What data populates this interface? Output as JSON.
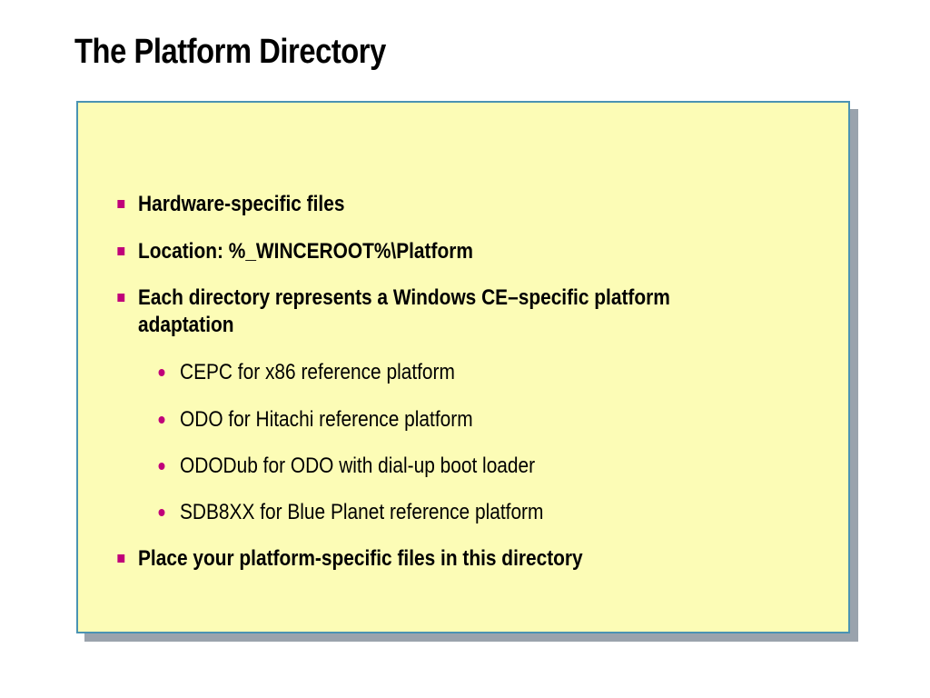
{
  "slide": {
    "title": "The Platform Directory"
  },
  "content": {
    "bullets": [
      "Hardware-specific files",
      "Location: %_WINCEROOT%\\Platform",
      "Each directory represents a Windows CE–specific platform",
      "adaptation",
      "Place your platform-specific files in this directory"
    ],
    "sub_bullets": [
      "CEPC for x86 reference platform",
      "ODO for Hitachi reference platform",
      "ODODub for ODO with dial-up boot loader",
      "SDB8XX for Blue Planet reference platform"
    ]
  },
  "colors": {
    "panel_fill": "#fcfcb6",
    "panel_border": "#4a93b3",
    "panel_shadow": "#9aa3ad",
    "bullet_marker": "#c0007a"
  }
}
